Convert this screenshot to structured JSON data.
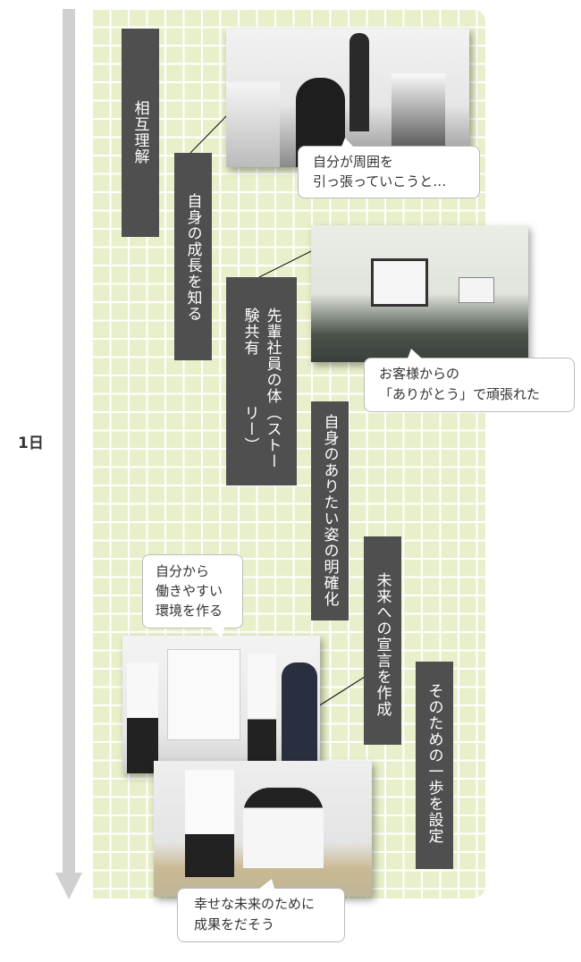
{
  "timeline": {
    "label": "1日"
  },
  "steps": [
    {
      "lines": [
        "相互理解"
      ]
    },
    {
      "lines": [
        "自身の成長を知る"
      ]
    },
    {
      "lines": [
        "先輩社員の体験共有",
        "（ストーリー）"
      ]
    },
    {
      "lines": [
        "自身のありたい姿の明確化"
      ]
    },
    {
      "lines": [
        "未来への宣言を作成"
      ]
    },
    {
      "lines": [
        "そのための一歩を設定"
      ]
    }
  ],
  "bubbles": [
    {
      "lines": [
        "自分が周囲を",
        "引っ張っていこうと…"
      ]
    },
    {
      "lines": [
        "お客様からの",
        "「ありがとう」で頑張れた"
      ]
    },
    {
      "lines": [
        "自分から",
        "働きやすい",
        "環境を作る"
      ]
    },
    {
      "lines": [
        "幸せな未来のために",
        "成果をだそう"
      ]
    }
  ],
  "colors": {
    "grid_bg": "#e8f0cb",
    "step_bg": "#4f4f4f",
    "axis": "#d0d0d0"
  }
}
